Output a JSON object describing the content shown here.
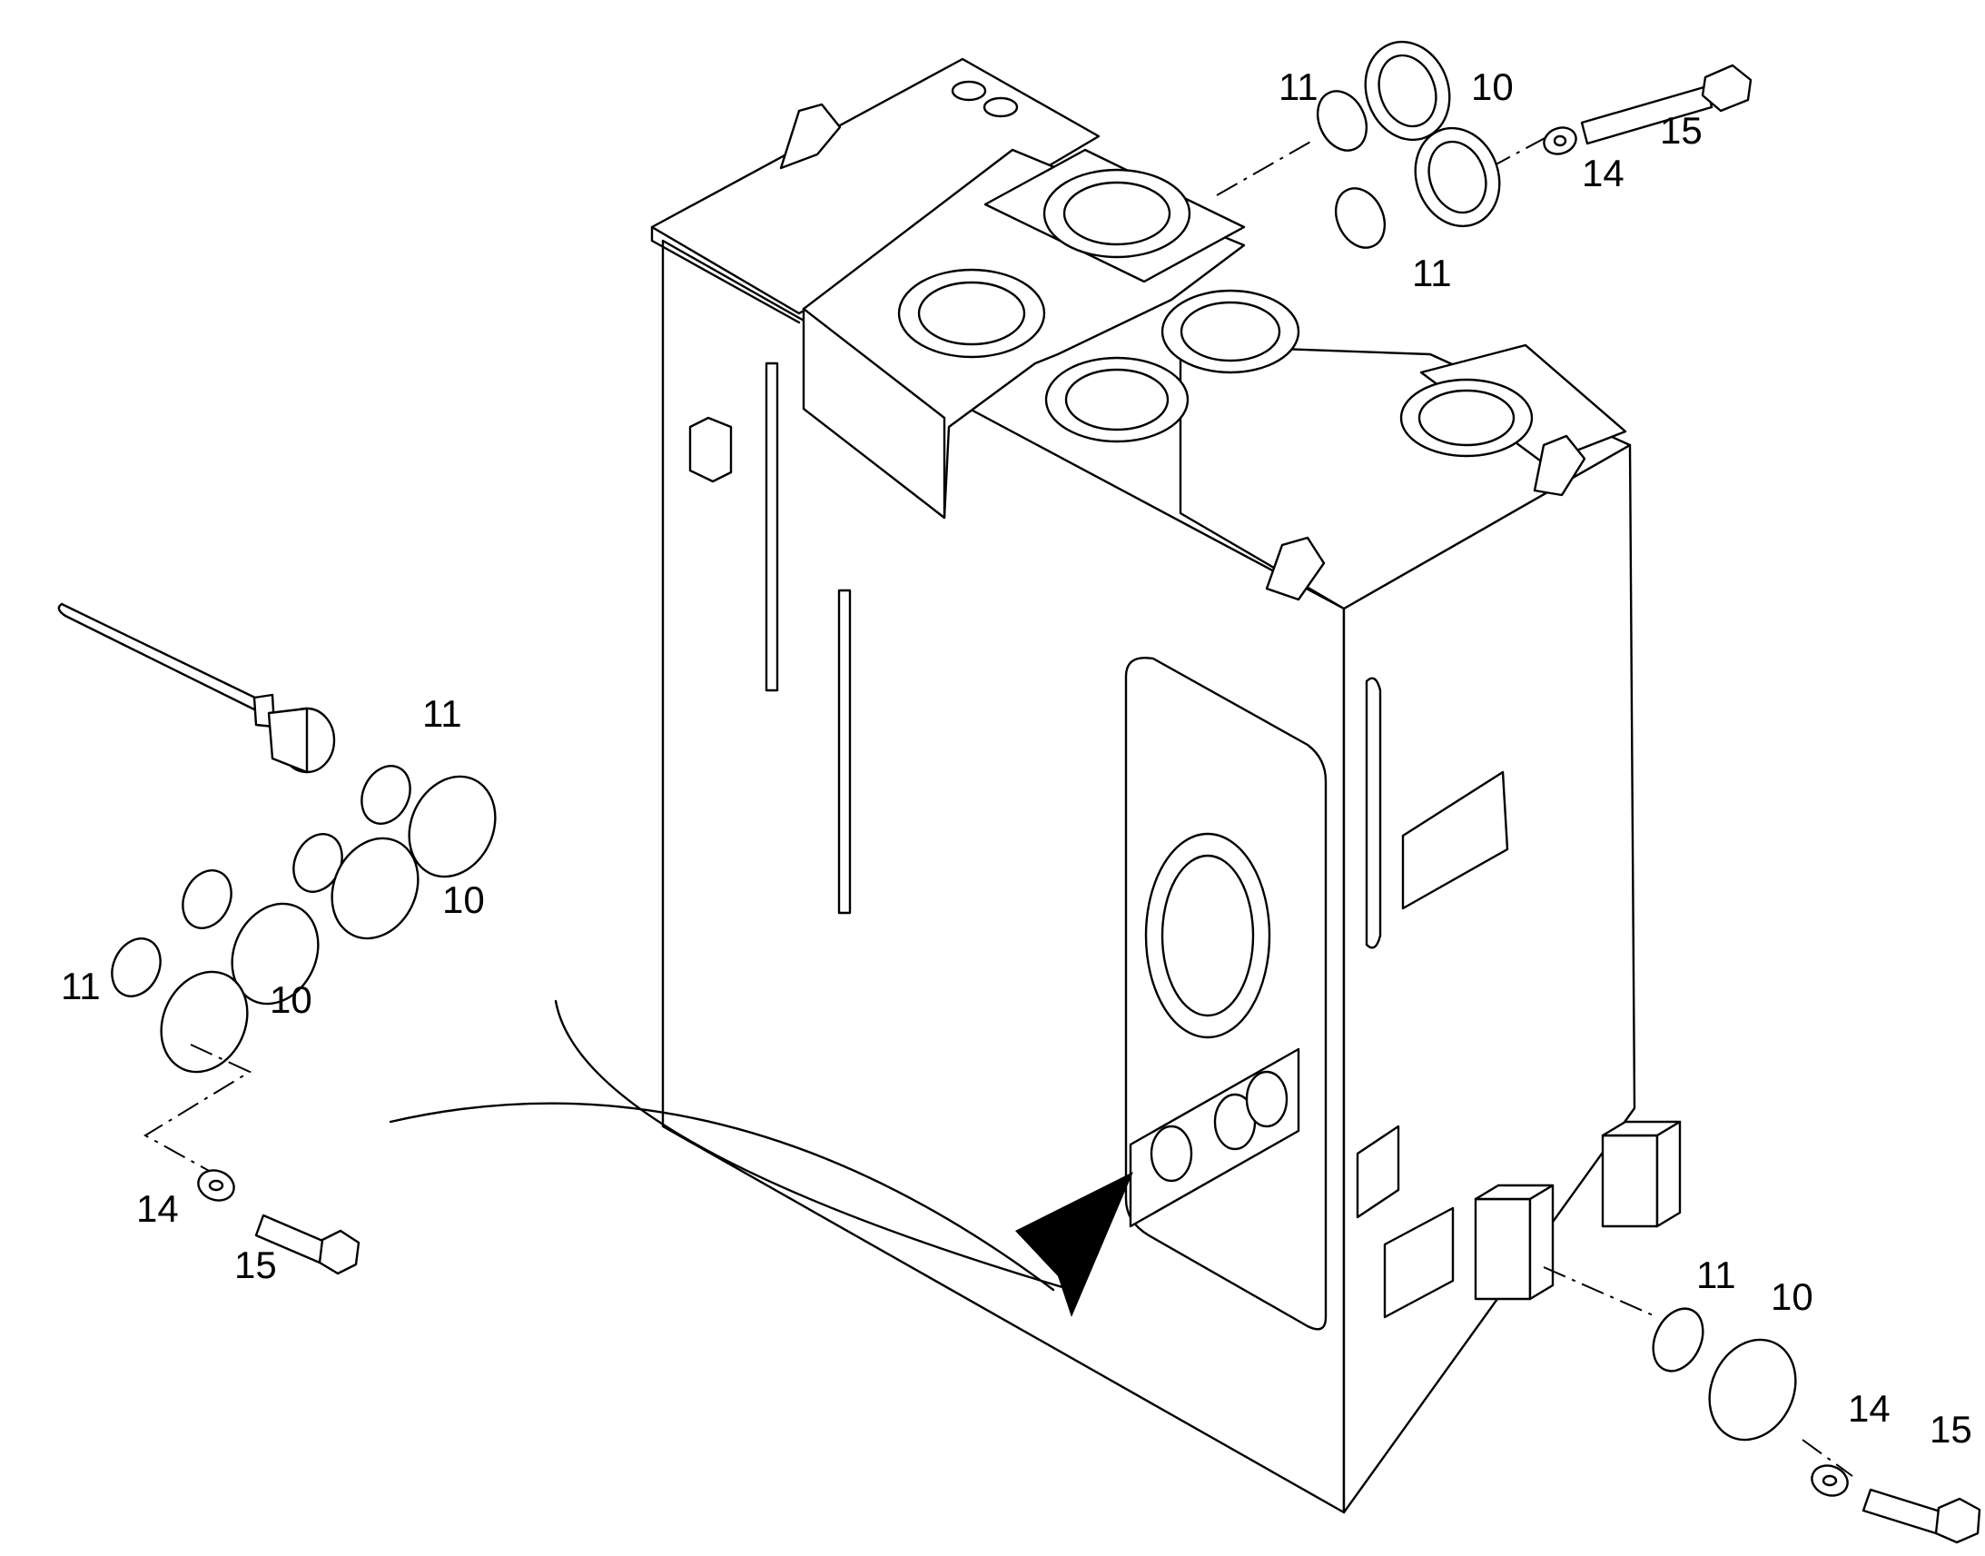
{
  "callouts": {
    "top_11a": "11",
    "top_10": "10",
    "top_15": "15",
    "top_14": "14",
    "top_11b": "11",
    "left_11a": "11",
    "left_10a": "10",
    "left_11b": "11",
    "left_10b": "10",
    "left_14": "14",
    "left_15": "15",
    "right_11": "11",
    "right_10": "10",
    "right_14": "14",
    "right_15": "15"
  },
  "icons": [
    "hydraulic-tank-body",
    "o-ring",
    "cover-plate",
    "washer",
    "hex-bolt",
    "level-sensor",
    "detail-pointer-arrow"
  ]
}
